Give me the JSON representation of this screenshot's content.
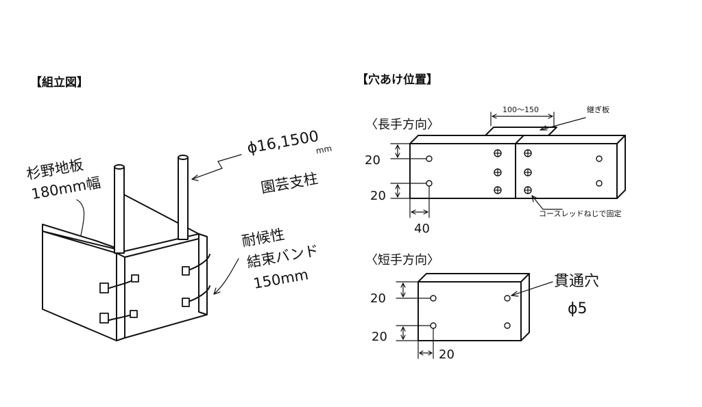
{
  "assembly": {
    "title": "【組立図】",
    "board_label_1": "杉野地板",
    "board_label_2": "180mm幅",
    "pole_dim": "ϕ16,1500",
    "pole_unit": "mm",
    "pole_label": "園芸支柱",
    "band_label_1": "耐候性",
    "band_label_2": "結束バンド",
    "band_label_3": "150mm"
  },
  "drilling": {
    "title": "【穴あけ位置】",
    "long": {
      "title": "〈長手方向〉",
      "overlap_dim": "100～150",
      "splice_label": "継ぎ板",
      "screw_label": "コースレッドねじで固定",
      "dim_top": "20",
      "dim_bottom": "20",
      "dim_side": "40"
    },
    "short": {
      "title": "〈短手方向〉",
      "hole_label": "貫通穴",
      "hole_dia": "ϕ5",
      "dim_top": "20",
      "dim_bottom": "20",
      "dim_side": "20"
    }
  }
}
